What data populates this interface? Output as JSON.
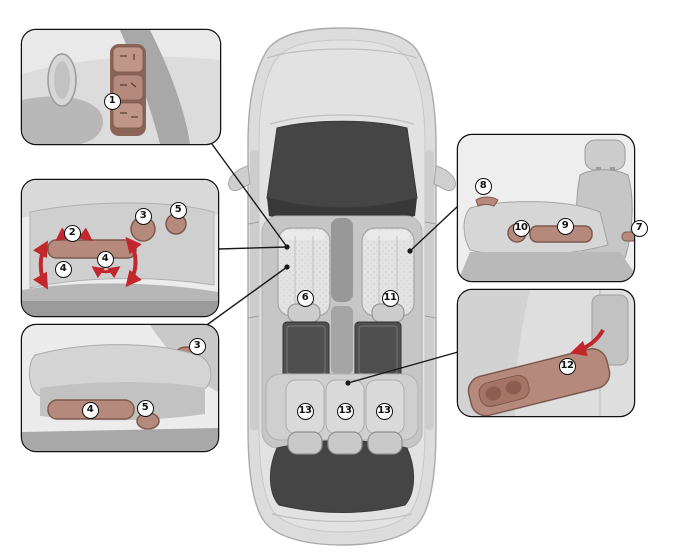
{
  "palette": {
    "accent_red": "#c1272d",
    "control_tan": "#b5897c",
    "control_tan_dark": "#7d5a4e",
    "glass_dark": "#454545",
    "body_gray": "#dcdcdc",
    "outline_black": "#111111"
  },
  "callouts": {
    "n1": {
      "label": "1"
    },
    "n2": {
      "label": "2"
    },
    "n3a": {
      "label": "3"
    },
    "n4a": {
      "label": "4"
    },
    "n4b": {
      "label": "4"
    },
    "n5a": {
      "label": "5"
    },
    "n3b": {
      "label": "3"
    },
    "n4c": {
      "label": "4"
    },
    "n5b": {
      "label": "5"
    },
    "n6": {
      "label": "6"
    },
    "n11": {
      "label": "11"
    },
    "n8": {
      "label": "8"
    },
    "n10": {
      "label": "10"
    },
    "n9": {
      "label": "9"
    },
    "n7": {
      "label": "7"
    },
    "n12": {
      "label": "12"
    },
    "n13a": {
      "label": "13"
    },
    "n13b": {
      "label": "13"
    },
    "n13c": {
      "label": "13"
    }
  }
}
